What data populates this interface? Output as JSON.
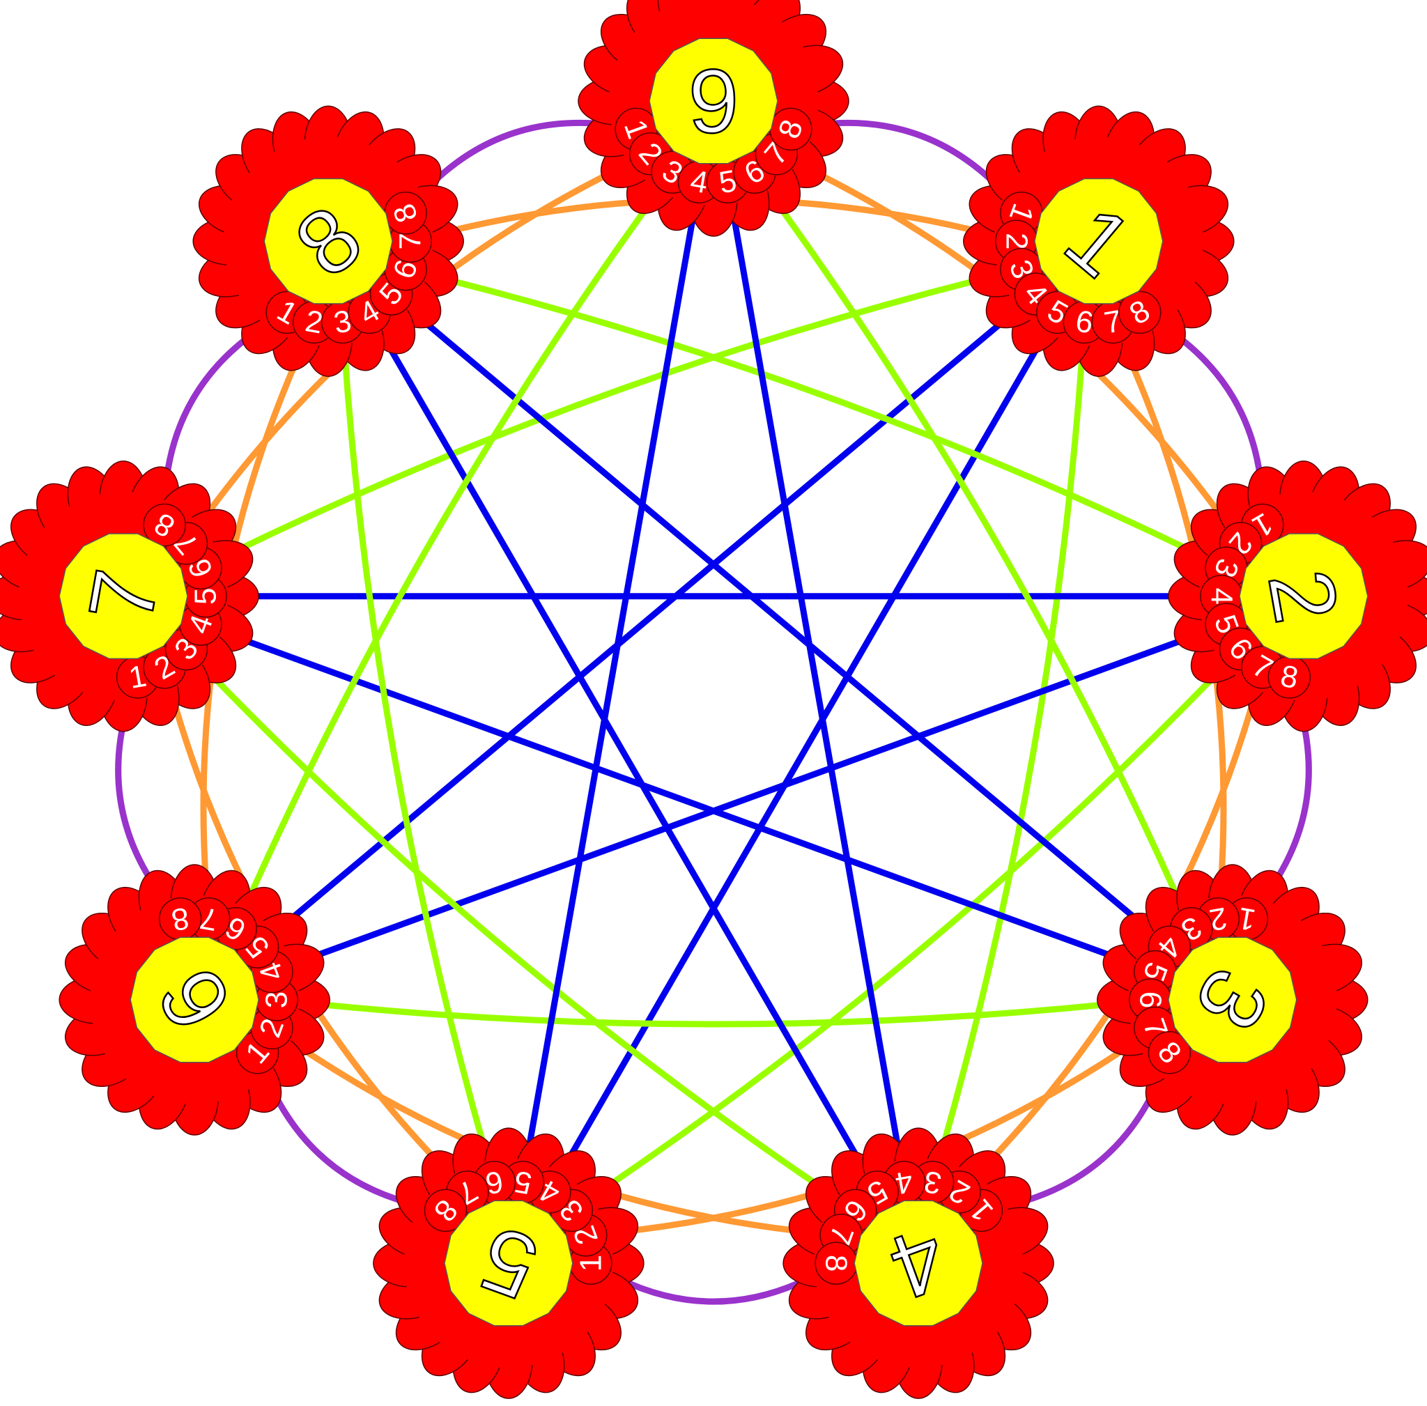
{
  "colors": {
    "background": "#ffffff",
    "petal": "#ff0000",
    "petal_stroke": "#5a0000",
    "center": "#ffff00",
    "center_stroke": "#555555",
    "center_text": "#ffffff",
    "center_text_stroke": "#000000",
    "port_text": "#ffffff",
    "edge_colors": {
      "1": "#9933cc",
      "2": "#ff9933",
      "3": "#99ff00",
      "4": "#0000ee"
    }
  },
  "nodes": [
    {
      "id": "1",
      "label": "1"
    },
    {
      "id": "2",
      "label": "2"
    },
    {
      "id": "3",
      "label": "3"
    },
    {
      "id": "4",
      "label": "4"
    },
    {
      "id": "5",
      "label": "5"
    },
    {
      "id": "6",
      "label": "6"
    },
    {
      "id": "7",
      "label": "7"
    },
    {
      "id": "8",
      "label": "8"
    },
    {
      "id": "9",
      "label": "9"
    }
  ],
  "port_labels": [
    "1",
    "2",
    "3",
    "4",
    "5",
    "6",
    "7",
    "8"
  ],
  "graph": "complete graph on 9 numbered nodes; each node has 8 numbered ports; edges colored by circular step distance (1 purple, 2 orange, 3 green, 4 blue)"
}
